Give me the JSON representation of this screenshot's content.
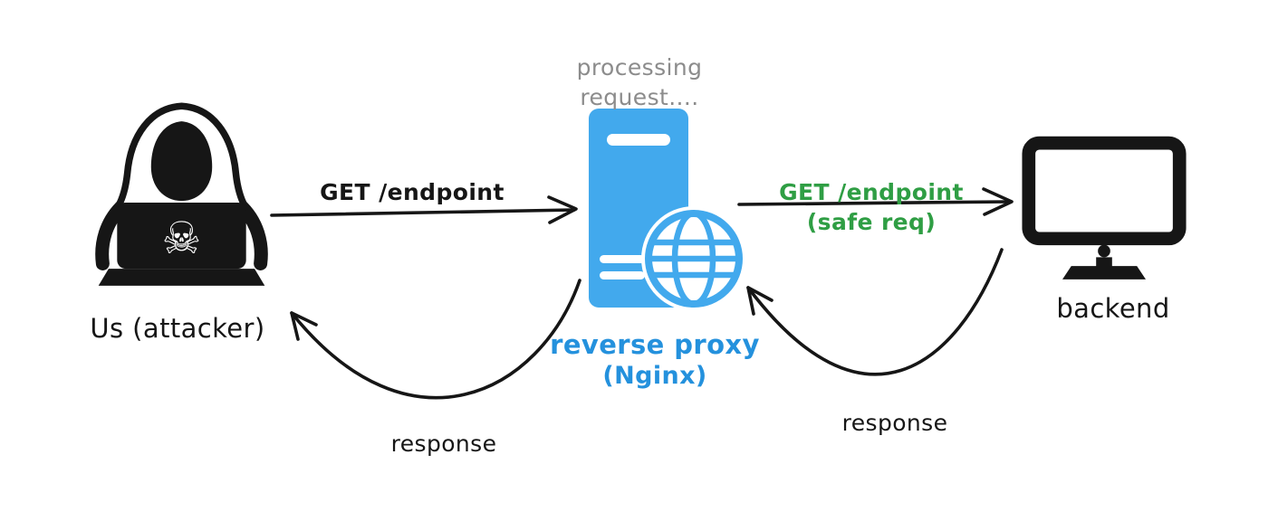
{
  "colors": {
    "ink": "#161616",
    "proxy_blue": "#42a9ed",
    "proxy_text_blue": "#2491dd",
    "safe_green": "#2f9e44",
    "status_gray": "#8c8c8c"
  },
  "icons": {
    "skull": "☠",
    "attacker": "hooded-hacker-with-laptop-icon",
    "proxy": "server-with-globe-icon",
    "backend": "monitor-icon"
  },
  "nodes": {
    "attacker": {
      "label": "Us (attacker)"
    },
    "proxy": {
      "label": "reverse proxy",
      "sublabel": "(Nginx)",
      "status_line1": "processing",
      "status_line2": "request...."
    },
    "backend": {
      "label": "backend"
    }
  },
  "edges": {
    "attacker_to_proxy": {
      "label": "GET /endpoint"
    },
    "proxy_to_backend": {
      "label": "GET /endpoint",
      "sublabel": "(safe req)"
    },
    "backend_to_proxy": {
      "label": "response"
    },
    "proxy_to_attacker": {
      "label": "response"
    }
  }
}
